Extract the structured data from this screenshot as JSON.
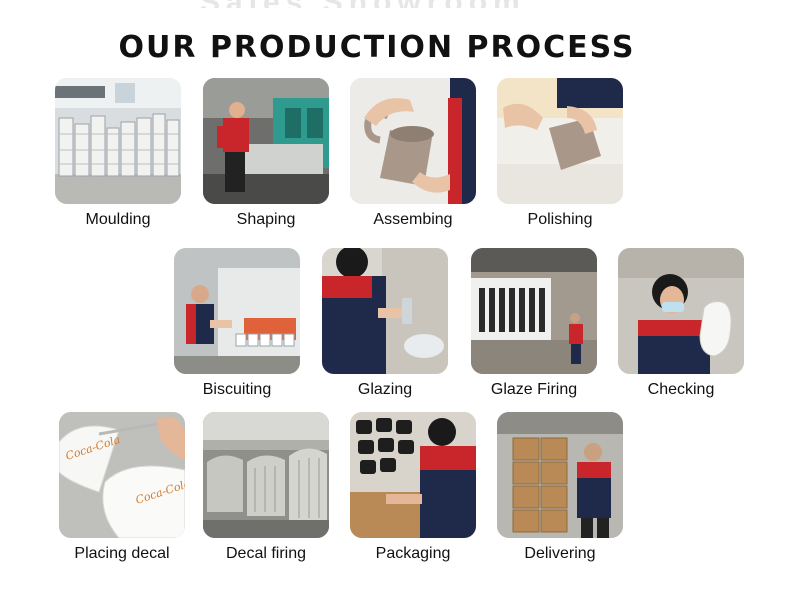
{
  "header": {
    "faint_text": "Sales Showroom",
    "title": "OUR PRODUCTION PROCESS"
  },
  "steps": [
    {
      "label": "Moulding",
      "icon": "moulding-photo"
    },
    {
      "label": "Shaping",
      "icon": "shaping-photo"
    },
    {
      "label": "Assembing",
      "icon": "assembling-photo"
    },
    {
      "label": "Polishing",
      "icon": "polishing-photo"
    },
    {
      "label": "Biscuiting",
      "icon": "biscuiting-photo"
    },
    {
      "label": "Glazing",
      "icon": "glazing-photo"
    },
    {
      "label": "Glaze Firing",
      "icon": "glaze-firing-photo"
    },
    {
      "label": "Checking",
      "icon": "checking-photo"
    },
    {
      "label": "Placing decal",
      "icon": "placing-decal-photo"
    },
    {
      "label": "Decal firing",
      "icon": "decal-firing-photo"
    },
    {
      "label": "Packaging",
      "icon": "packaging-photo"
    },
    {
      "label": "Delivering",
      "icon": "delivering-photo"
    }
  ],
  "colors": {
    "uniform_red": "#c8262a",
    "uniform_navy": "#1f2a4a",
    "kiln_teal": "#2f9a8e",
    "cardboard": "#b98a55",
    "clay": "#a9978a",
    "floor_grey": "#9d9d9d"
  }
}
